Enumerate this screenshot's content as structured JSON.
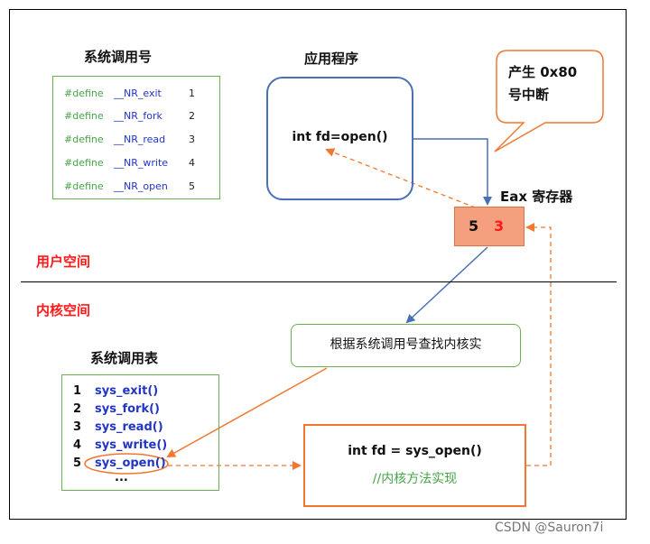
{
  "definitions_title": "系统调用号",
  "definitions": [
    {
      "keyword": "#define",
      "name": "__NR_exit",
      "number": "1"
    },
    {
      "keyword": "#define",
      "name": "__NR_fork",
      "number": "2"
    },
    {
      "keyword": "#define",
      "name": "__NR_read",
      "number": "3"
    },
    {
      "keyword": "#define",
      "name": "__NR_write",
      "number": "4"
    },
    {
      "keyword": "#define",
      "name": "__NR_open",
      "number": "5"
    }
  ],
  "app_title": "应用程序",
  "app_code": "int fd=open()",
  "interrupt_bubble": {
    "line1": "产生 0x80",
    "line2": "号中断"
  },
  "eax_label": "Eax 寄存器",
  "eax_values": {
    "old": "5",
    "new": "3"
  },
  "user_space_label": "用户空间",
  "kernel_space_label": "内核空间",
  "lookup_text": "根据系统调用号查找内核实",
  "syscall_table_title": "系统调用表",
  "syscall_table": [
    {
      "num": "1",
      "func": "sys_exit()"
    },
    {
      "num": "2",
      "func": "sys_fork()"
    },
    {
      "num": "3",
      "func": "sys_read()"
    },
    {
      "num": "4",
      "func": "sys_write()"
    },
    {
      "num": "5",
      "func": "sys_open()"
    }
  ],
  "syscall_table_more": "...",
  "impl_code": "int fd = sys_open()",
  "impl_comment": "//内核方法实现",
  "watermark": "CSDN @Sauron7i",
  "colors": {
    "blue": "#4a6fb5",
    "orange": "#f07830",
    "green": "#6ab04c",
    "red": "#ff1a1a",
    "eax_fill": "#f4a07e"
  }
}
